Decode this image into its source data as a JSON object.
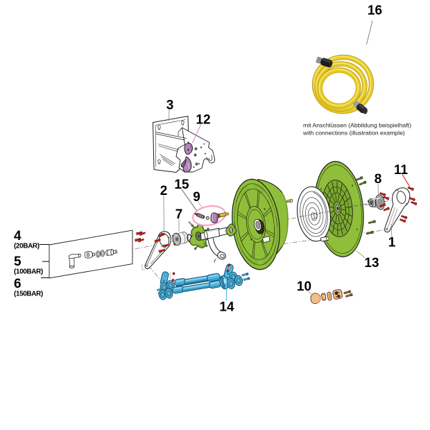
{
  "diagram": {
    "type": "exploded-parts-diagram",
    "subject": "hose reel assembly",
    "background_color": "#ffffff",
    "parts": {
      "p1": {
        "label": "1",
        "name": "outer support bracket",
        "leader_color": "#909090"
      },
      "p2": {
        "label": "2",
        "name": "inner support bracket",
        "leader_color": "#909090"
      },
      "p3": {
        "label": "3",
        "name": "wall mounting bracket",
        "leader_color": "#909090"
      },
      "p4": {
        "label": "4",
        "spec": "(20BAR)",
        "name": "fitting kit 20 bar"
      },
      "p5": {
        "label": "5",
        "spec": "(100BAR)",
        "name": "fitting kit 100 bar"
      },
      "p6": {
        "label": "6",
        "spec": "(150BAR)",
        "name": "fitting kit 150 bar"
      },
      "p7": {
        "label": "7",
        "name": "bearing",
        "leader_color": "#909090"
      },
      "p8": {
        "label": "8",
        "name": "bearing hub",
        "leader_color": "#909090"
      },
      "p9": {
        "label": "9",
        "name": "valve parts",
        "leader_color": "#f5a8c5"
      },
      "p10": {
        "label": "10",
        "name": "swivel kit",
        "leader_color": "#f0a860"
      },
      "p11": {
        "label": "11",
        "name": "screw set",
        "leader_color": "#e02020"
      },
      "p12": {
        "label": "12",
        "name": "release lever",
        "leader_color": "#d88fc8"
      },
      "p13": {
        "label": "13",
        "name": "reel disc",
        "leader_color": "#8fbe3b"
      },
      "p14": {
        "label": "14",
        "name": "roller guide assembly",
        "leader_color": "#4fb9e2"
      },
      "p15": {
        "label": "15",
        "name": "service kit (circled)",
        "leader_color": "#555555"
      },
      "p16": {
        "label": "16",
        "name": "hose with connections",
        "leader_color": "#777777",
        "caption_line1": "mit Anschlüssen (Abbildung beispielhaft)",
        "caption_line2": "with connections (illustration example)"
      }
    },
    "highlight_colors": {
      "green": "#8fbe3b",
      "blue": "#4fb9e2",
      "purple": "#b286b8",
      "pink": "#f5a8c5",
      "red": "#c0201c",
      "orange": "#f2bd8e",
      "brass": "#d9b91e",
      "dark_green_screws": "#4c6b1d"
    }
  }
}
